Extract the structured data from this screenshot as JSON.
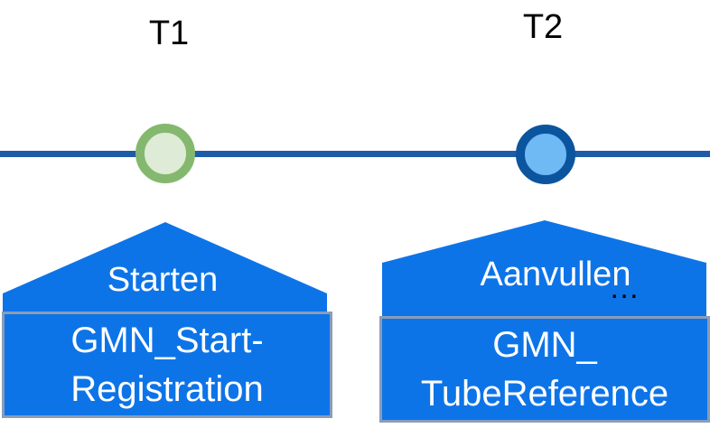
{
  "timeline": {
    "events": [
      {
        "time_label": "T1",
        "action_label": "Starten",
        "box_lines": [
          "GMN_Start-",
          "Registration"
        ],
        "marker_fill": "#deebd6",
        "marker_border": "#85b86f"
      },
      {
        "time_label": "T2",
        "action_label": "Aanvullen",
        "ellipsis": "…",
        "box_lines": [
          "GMN_",
          "TubeReference"
        ],
        "marker_fill": "#6fb9f5",
        "marker_border": "#0b549e"
      }
    ],
    "colors": {
      "timeline_line": "#1f5ca8",
      "callout_fill": "#0d74e8",
      "box_border": "#8a9cb8",
      "box_text": "#ffffff",
      "label_text": "#000000"
    }
  }
}
